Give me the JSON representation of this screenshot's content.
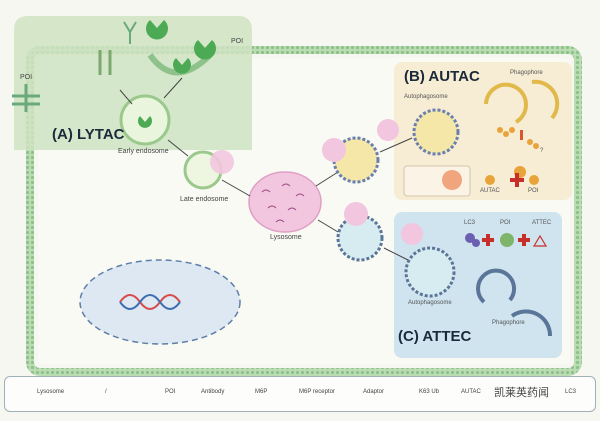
{
  "panels": {
    "lytac": "(A) LYTAC",
    "autac": "(B) AUTAC",
    "attec": "(C) ATTEC"
  },
  "labels": {
    "poi_top": "POI",
    "poi_left": "POI",
    "early_endosome": "Early endosome",
    "late_endosome": "Late endosome",
    "lysosome": "Lysosome",
    "autophagosome_b": "Autophagosome",
    "phagophore_b": "Phagophore",
    "autac_small": "AUTAC",
    "poi_small": "POI",
    "lc3": "LC3",
    "poi_c": "POI",
    "attec_small": "ATTEC",
    "autophagosome_c": "Autophagosome",
    "phagophore_c": "Phagophore",
    "qmark": "?"
  },
  "legend": {
    "lysosome": "Lysosome",
    "shapes_sep": "/",
    "poi": "POI",
    "antibody": "Antibody",
    "m6p": "M6P",
    "m6p_receptor": "M6P receptor",
    "adaptor": "Adaptor",
    "k63": "K63 Ub",
    "autac": "AUTAC",
    "lc3": "LC3"
  },
  "watermark": "凯莱英药闻",
  "colors": {
    "cell_membrane": "#8fc28b",
    "lytac_bg": "#cfe3c2",
    "autac_bg": "#f7ecd4",
    "attec_bg": "#cfe4ef",
    "lysosome": "#f2c6df",
    "vesicle_yellow": "#f5e7a8",
    "vesicle_blue": "#d7ecf1",
    "nucleus_edge": "#5d7fa8"
  }
}
